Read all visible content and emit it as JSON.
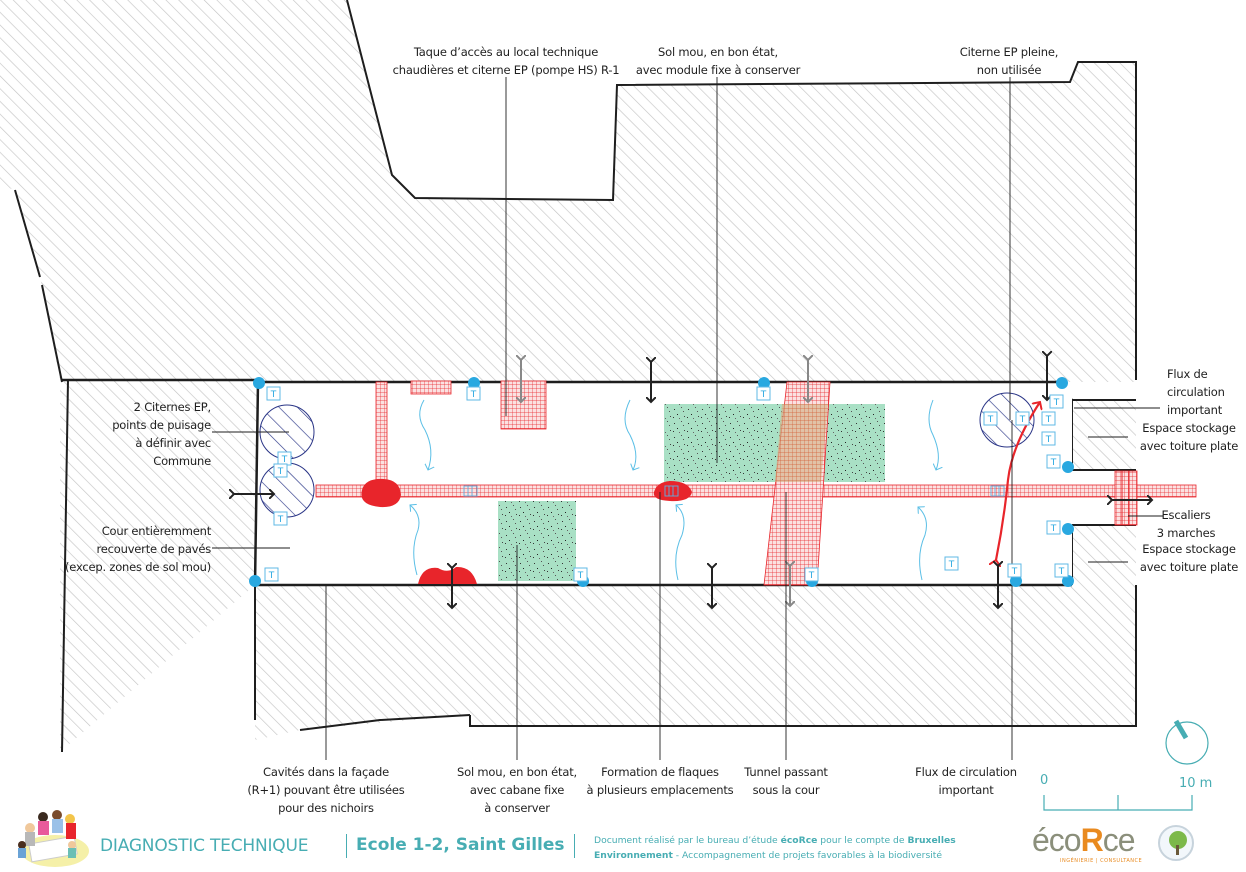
{
  "colors": {
    "accent": "#47adb3",
    "drain_red": "#e8252b",
    "soft_ground": "#a9e0c5",
    "tap_blue": "#29a8e0",
    "cistern_navy": "#2b3687",
    "hatch_gray": "#c8c8c8"
  },
  "annotations": {
    "taque": [
      "Taque d’accès au local technique",
      "chaudières et citerne EP (pompe HS) R-1"
    ],
    "sol_mou_top": [
      "Sol mou, en bon état,",
      "avec module fixe à conserver"
    ],
    "citerne_pleine": [
      "Citerne EP pleine,",
      "non utilisée"
    ],
    "citernes_2": [
      "2 Citernes EP,",
      "points de puisage",
      "à définir avec",
      "Commune"
    ],
    "cour": [
      "Cour entièremment",
      "recouverte de pavés",
      "(excep. zones de sol mou)"
    ],
    "flux_right": [
      "Flux de",
      "circulation",
      "important"
    ],
    "stockage_top": [
      "Espace stockage",
      "avec toiture plate"
    ],
    "escaliers": [
      "Escaliers",
      "3 marches"
    ],
    "stockage_bottom": [
      "Espace stockage",
      "avec toiture plate"
    ],
    "cavites": [
      "Cavités dans la façade",
      "(R+1) pouvant être utilisées",
      "pour des nichoirs"
    ],
    "sol_mou_bottom": [
      "Sol mou, en bon état,",
      "avec cabane fixe",
      "à conserver"
    ],
    "flaques": [
      "Formation de flaques",
      "à plusieurs emplacements"
    ],
    "tunnel": [
      "Tunnel passant",
      "sous la cour"
    ],
    "flux_bottom": [
      "Flux de circulation",
      "important"
    ]
  },
  "tap_marker_letter": "T",
  "scale": {
    "start": "0",
    "end": "10 m"
  },
  "compass": {
    "icon": "north-arrow-icon"
  },
  "footer": {
    "title": "DIAGNOSTIC TECHNIQUE",
    "school": "Ecole 1-2, Saint Gilles",
    "doc_line1_a": "Document réalisé par le bureau d’étude ",
    "doc_line1_brand": "écoRce",
    "doc_line1_b": " pour le compte de ",
    "doc_line1_c": "Bruxelles",
    "doc_line2_a": "Environnement",
    "doc_line2_b": " - Accompagnement de projets favorables à la biodiversité",
    "brand_logo_a": "éco",
    "brand_logo_b": "R",
    "brand_logo_c": "ce",
    "brand_sub": "INGÉNIERIE | CONSULTANCE"
  }
}
